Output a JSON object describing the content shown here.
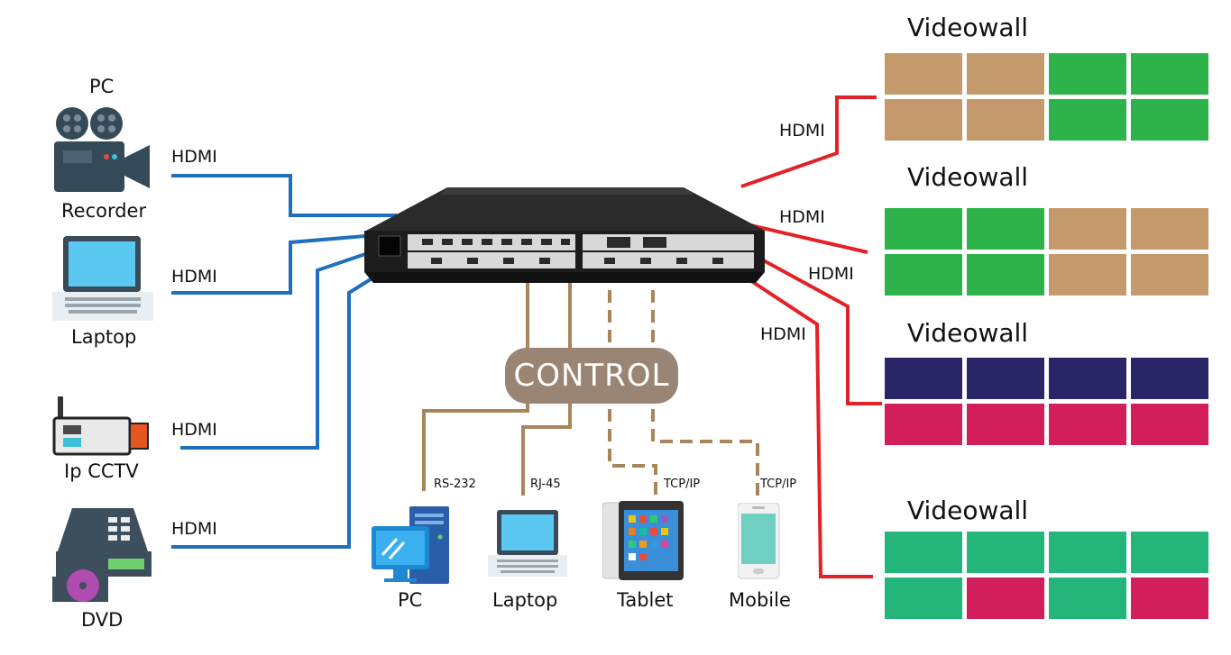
{
  "colors": {
    "input_line": "#1e6fbf",
    "output_line": "#e32227",
    "control_line": "#a8865a",
    "control_pill": "#9a8574",
    "tan": "#c49a6c",
    "green": "#2db34a",
    "navy": "#2a2566",
    "magenta": "#d21f5b",
    "teal": "#23b57a"
  },
  "inputs": [
    {
      "top_label": "PC",
      "label": "Recorder",
      "icon": "video-camera-icon",
      "link": "HDMI"
    },
    {
      "label": "Laptop",
      "icon": "laptop-icon",
      "link": "HDMI"
    },
    {
      "label": "Ip CCTV",
      "icon": "router-icon",
      "link": "HDMI"
    },
    {
      "label": "DVD",
      "icon": "dvd-player-icon",
      "link": "HDMI"
    }
  ],
  "control": {
    "label": "CONTROL",
    "links": [
      "RS-232",
      "RJ-45",
      "TCP/IP",
      "TCP/IP"
    ],
    "devices": [
      {
        "label": "PC",
        "icon": "desktop-pc-icon"
      },
      {
        "label": "Laptop",
        "icon": "laptop-icon"
      },
      {
        "label": "Tablet",
        "icon": "tablet-icon"
      },
      {
        "label": "Mobile",
        "icon": "mobile-phone-icon"
      }
    ]
  },
  "outputs": [
    {
      "title": "Videowall",
      "link": "HDMI",
      "cells": [
        "tan",
        "tan",
        "green",
        "green",
        "tan",
        "tan",
        "green",
        "green"
      ]
    },
    {
      "title": "Videowall",
      "link": "HDMI",
      "cells": [
        "green",
        "green",
        "tan",
        "tan",
        "green",
        "green",
        "tan",
        "tan"
      ]
    },
    {
      "title": "Videowall",
      "link": "HDMI",
      "cells": [
        "navy",
        "navy",
        "navy",
        "navy",
        "magenta",
        "magenta",
        "magenta",
        "magenta"
      ]
    },
    {
      "title": "Videowall",
      "link": "HDMI",
      "cells": [
        "teal",
        "teal",
        "teal",
        "teal",
        "teal",
        "magenta",
        "teal",
        "magenta"
      ]
    }
  ],
  "hardware": {
    "icon": "video-matrix-switcher-icon"
  }
}
